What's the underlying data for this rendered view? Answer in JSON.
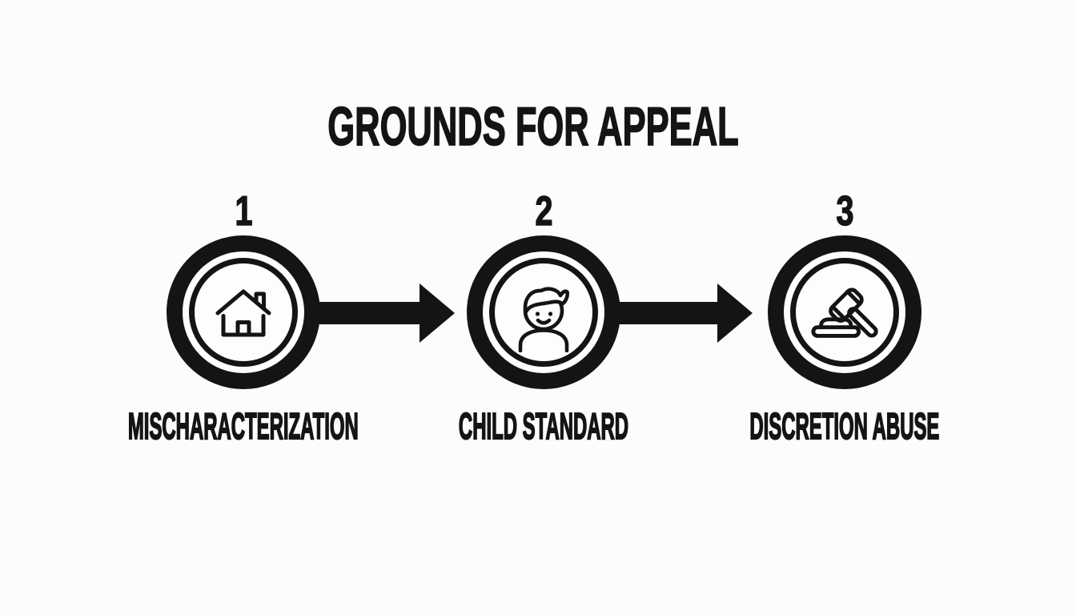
{
  "title": "GROUNDS FOR APPEAL",
  "steps": [
    {
      "number": "1",
      "label": "MISCHARACTERIZATION",
      "icon": "house-icon"
    },
    {
      "number": "2",
      "label": "CHILD STANDARD",
      "icon": "child-icon"
    },
    {
      "number": "3",
      "label": "DISCRETION ABUSE",
      "icon": "gavel-icon"
    }
  ],
  "connectors": [
    {
      "icon": "right-arrow-icon"
    },
    {
      "icon": "right-arrow-icon"
    }
  ],
  "colors": {
    "ink": "#141414",
    "background": "#fbfcfc",
    "circle_fill": "#fdfdfd"
  }
}
